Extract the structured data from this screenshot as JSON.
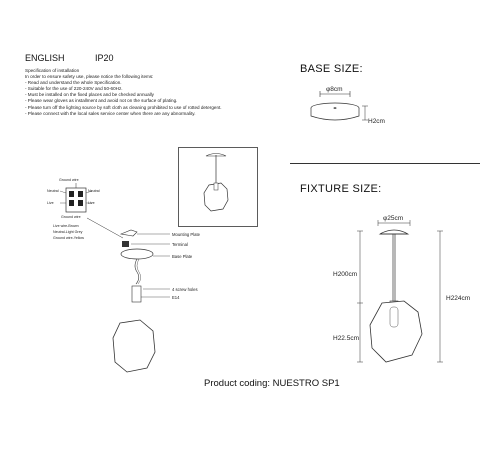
{
  "header": {
    "language": "ENGLISH",
    "ip_rating": "IP20"
  },
  "spec": {
    "title": "Specification of installation",
    "lines": [
      "In order to ensure safety use, please notice the following items:",
      "- Read and understand the whole Specification.",
      "- Suitable for the use of 220-240V and 50-60Hz.",
      "- Must be installed on the fixed places and be checked annually",
      "- Please wear gloves as installment and avoid not on the surface of plating.",
      "- Please turn off the lighting source by soft cloth as cleaning prohibited to use of rotted detergent.",
      "- Please connect with the local sales service center when there are any abnormality."
    ]
  },
  "base_size": {
    "title": "BASE SIZE:",
    "diameter": "φ8cm",
    "height": "H2cm"
  },
  "fixture_size": {
    "title": "FIXTURE SIZE:",
    "diameter": "φ25cm",
    "rod_height": "H200cm",
    "total_height": "H224cm",
    "shade_height": "H22.5cm"
  },
  "wiring": {
    "ground_wire_top": "Ground wire",
    "neutral_left": "Neutral",
    "live_left": "Live",
    "neutral_right": "Neutral",
    "live_right": "Live",
    "ground_wire_bottom": "Ground wire",
    "live_color": "Live wire-Brown",
    "neutral_color": "Neutral-Light Grey",
    "ground_color": "Ground wire-Yellow"
  },
  "assembly": {
    "mounting_plate": "Mounting Plate",
    "terminal": "Terminal",
    "base_plate": "Base Plate",
    "screw_holes": "4 screw holes",
    "socket": "E14"
  },
  "product_coding": "Product coding: NUESTRO SP1"
}
